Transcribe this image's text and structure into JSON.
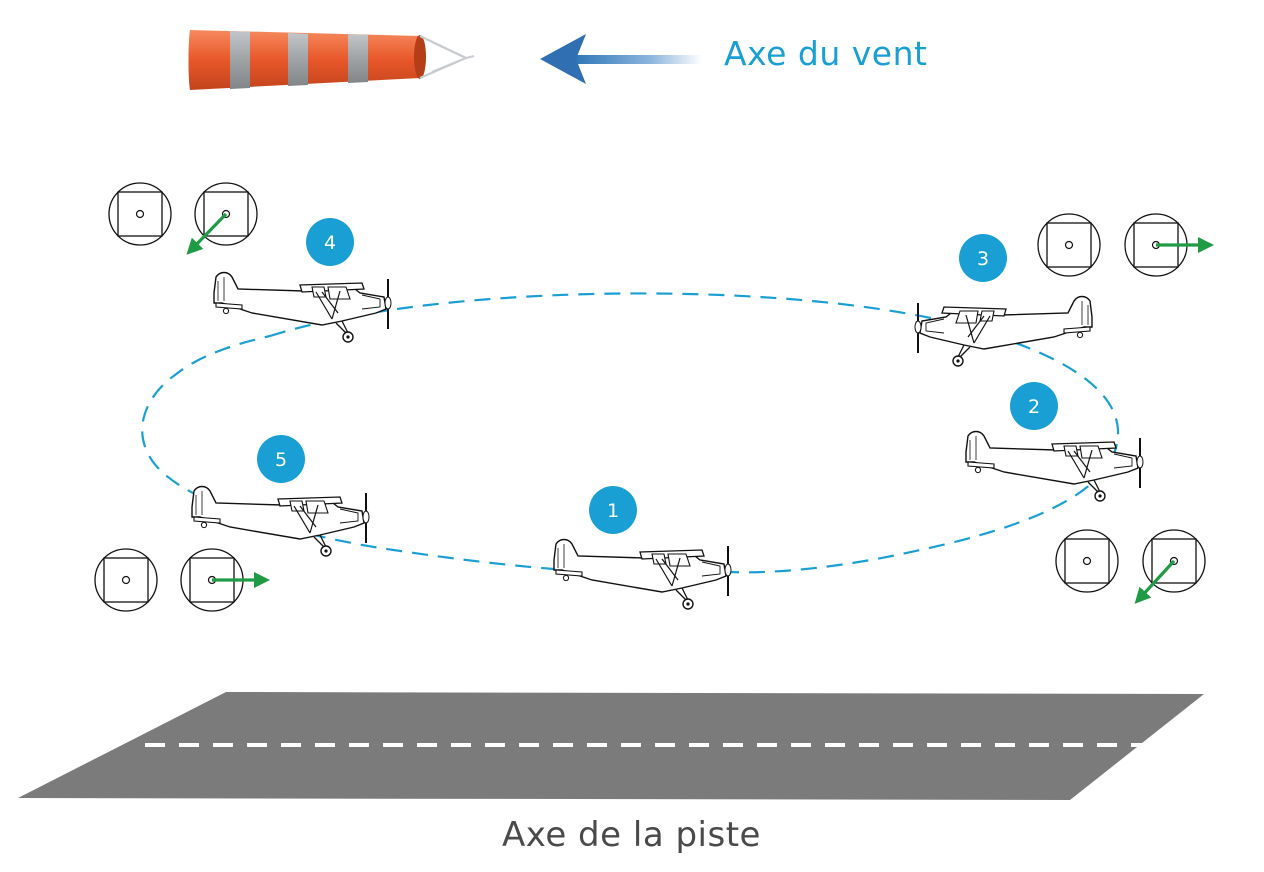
{
  "wind": {
    "label": "Axe du vent"
  },
  "runway": {
    "label": "Axe de la piste"
  },
  "positions": [
    {
      "number": "1",
      "wind_arrow": "none"
    },
    {
      "number": "2",
      "wind_arrow": "down-left"
    },
    {
      "number": "3",
      "wind_arrow": "right"
    },
    {
      "number": "4",
      "wind_arrow": "down-left"
    },
    {
      "number": "5",
      "wind_arrow": "right"
    }
  ],
  "colors": {
    "accent_blue": "#1a9fd4",
    "arrow_green": "#1f9a45",
    "windsock_orange": "#e8572a",
    "windsock_stripe": "#a0a4a6",
    "runway_gray": "#7b7b7b",
    "runway_marking": "#ffffff",
    "label_gray": "#4a4a4a"
  },
  "icons": {
    "windsock": "windsock-icon",
    "wind_direction": "arrow-left-icon",
    "aircraft": "high-wing-airplane-icon",
    "instrument": "turn-coordinator-instrument-icon"
  }
}
